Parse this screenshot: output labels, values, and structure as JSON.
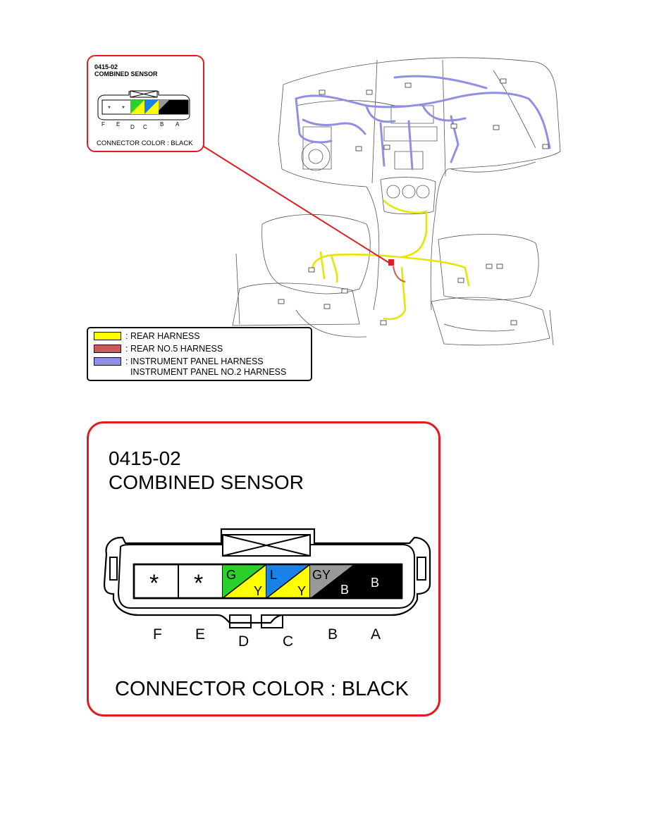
{
  "callout": {
    "code": "0415-02",
    "name": "COMBINED SENSOR",
    "connector_color": "CONNECTOR COLOR : BLACK",
    "terminals": [
      {
        "id": "F",
        "mark": "*",
        "wire_top": "",
        "wire_bottom": ""
      },
      {
        "id": "E",
        "mark": "*",
        "wire_top": "",
        "wire_bottom": ""
      },
      {
        "id": "D",
        "mark": "",
        "wire_top": "G",
        "wire_bottom": "Y"
      },
      {
        "id": "C",
        "mark": "",
        "wire_top": "L",
        "wire_bottom": "Y"
      },
      {
        "id": "B",
        "mark": "",
        "wire_top": "GY",
        "wire_bottom": "B"
      },
      {
        "id": "A",
        "mark": "",
        "wire_top": "",
        "wire_bottom": "B"
      }
    ],
    "wire_colors": {
      "G": "#2bd12b",
      "Y": "#ffff00",
      "L": "#1a82e6",
      "GY": "#999999",
      "B": "#000000"
    },
    "border_color": "#e01b22"
  },
  "legend": {
    "items": [
      {
        "label": ": REAR HARNESS",
        "color": "#ffff00"
      },
      {
        "label": ": REAR NO.5 HARNESS",
        "color": "#c85a5a"
      },
      {
        "label": ": INSTRUMENT PANEL HARNESS",
        "label2": "INSTRUMENT PANEL NO.2 HARNESS",
        "color": "#8f8fe6"
      }
    ]
  }
}
